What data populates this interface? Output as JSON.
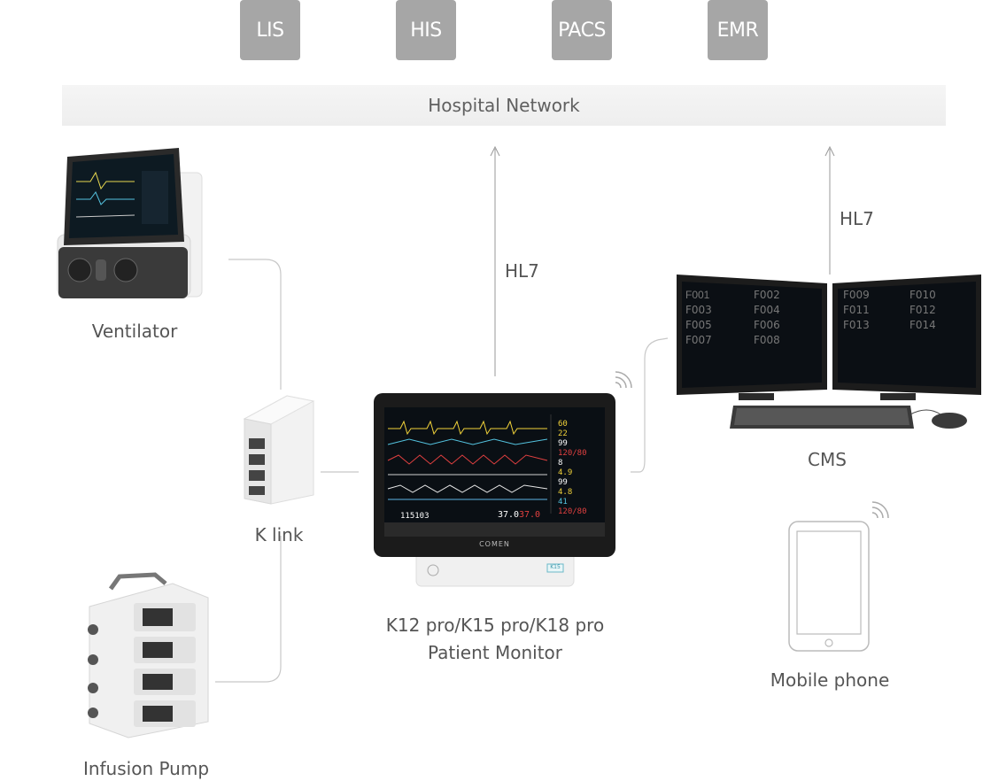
{
  "systems": [
    "LIS",
    "HIS",
    "PACS",
    "EMR"
  ],
  "network": {
    "label": "Hospital Network"
  },
  "protocol_monitor": "HL7",
  "protocol_cms": "HL7",
  "devices": {
    "ventilator": "Ventilator",
    "klink": "K link",
    "infusion_pump": "Infusion Pump",
    "monitor_line1": "K12 pro/K15 pro/K18 pro",
    "monitor_line2": "Patient Monitor",
    "cms": "CMS",
    "mobile": "Mobile phone"
  },
  "monitor_screen": {
    "brand": "COMEN",
    "model_badge": "K15",
    "values": [
      "60",
      "22",
      "99",
      "120/80",
      "8",
      "4.9",
      "99",
      "4.8",
      "41",
      "120/80"
    ],
    "bottom_left": "115103",
    "temp1": "37.0",
    "temp2": "37.0"
  },
  "cms_screen": {
    "beds_left": [
      "F001",
      "F002",
      "F003",
      "F004",
      "F005",
      "F006",
      "F007",
      "F008"
    ],
    "beds_right": [
      "F009",
      "F010",
      "F011",
      "F012",
      "F013",
      "F014"
    ]
  }
}
